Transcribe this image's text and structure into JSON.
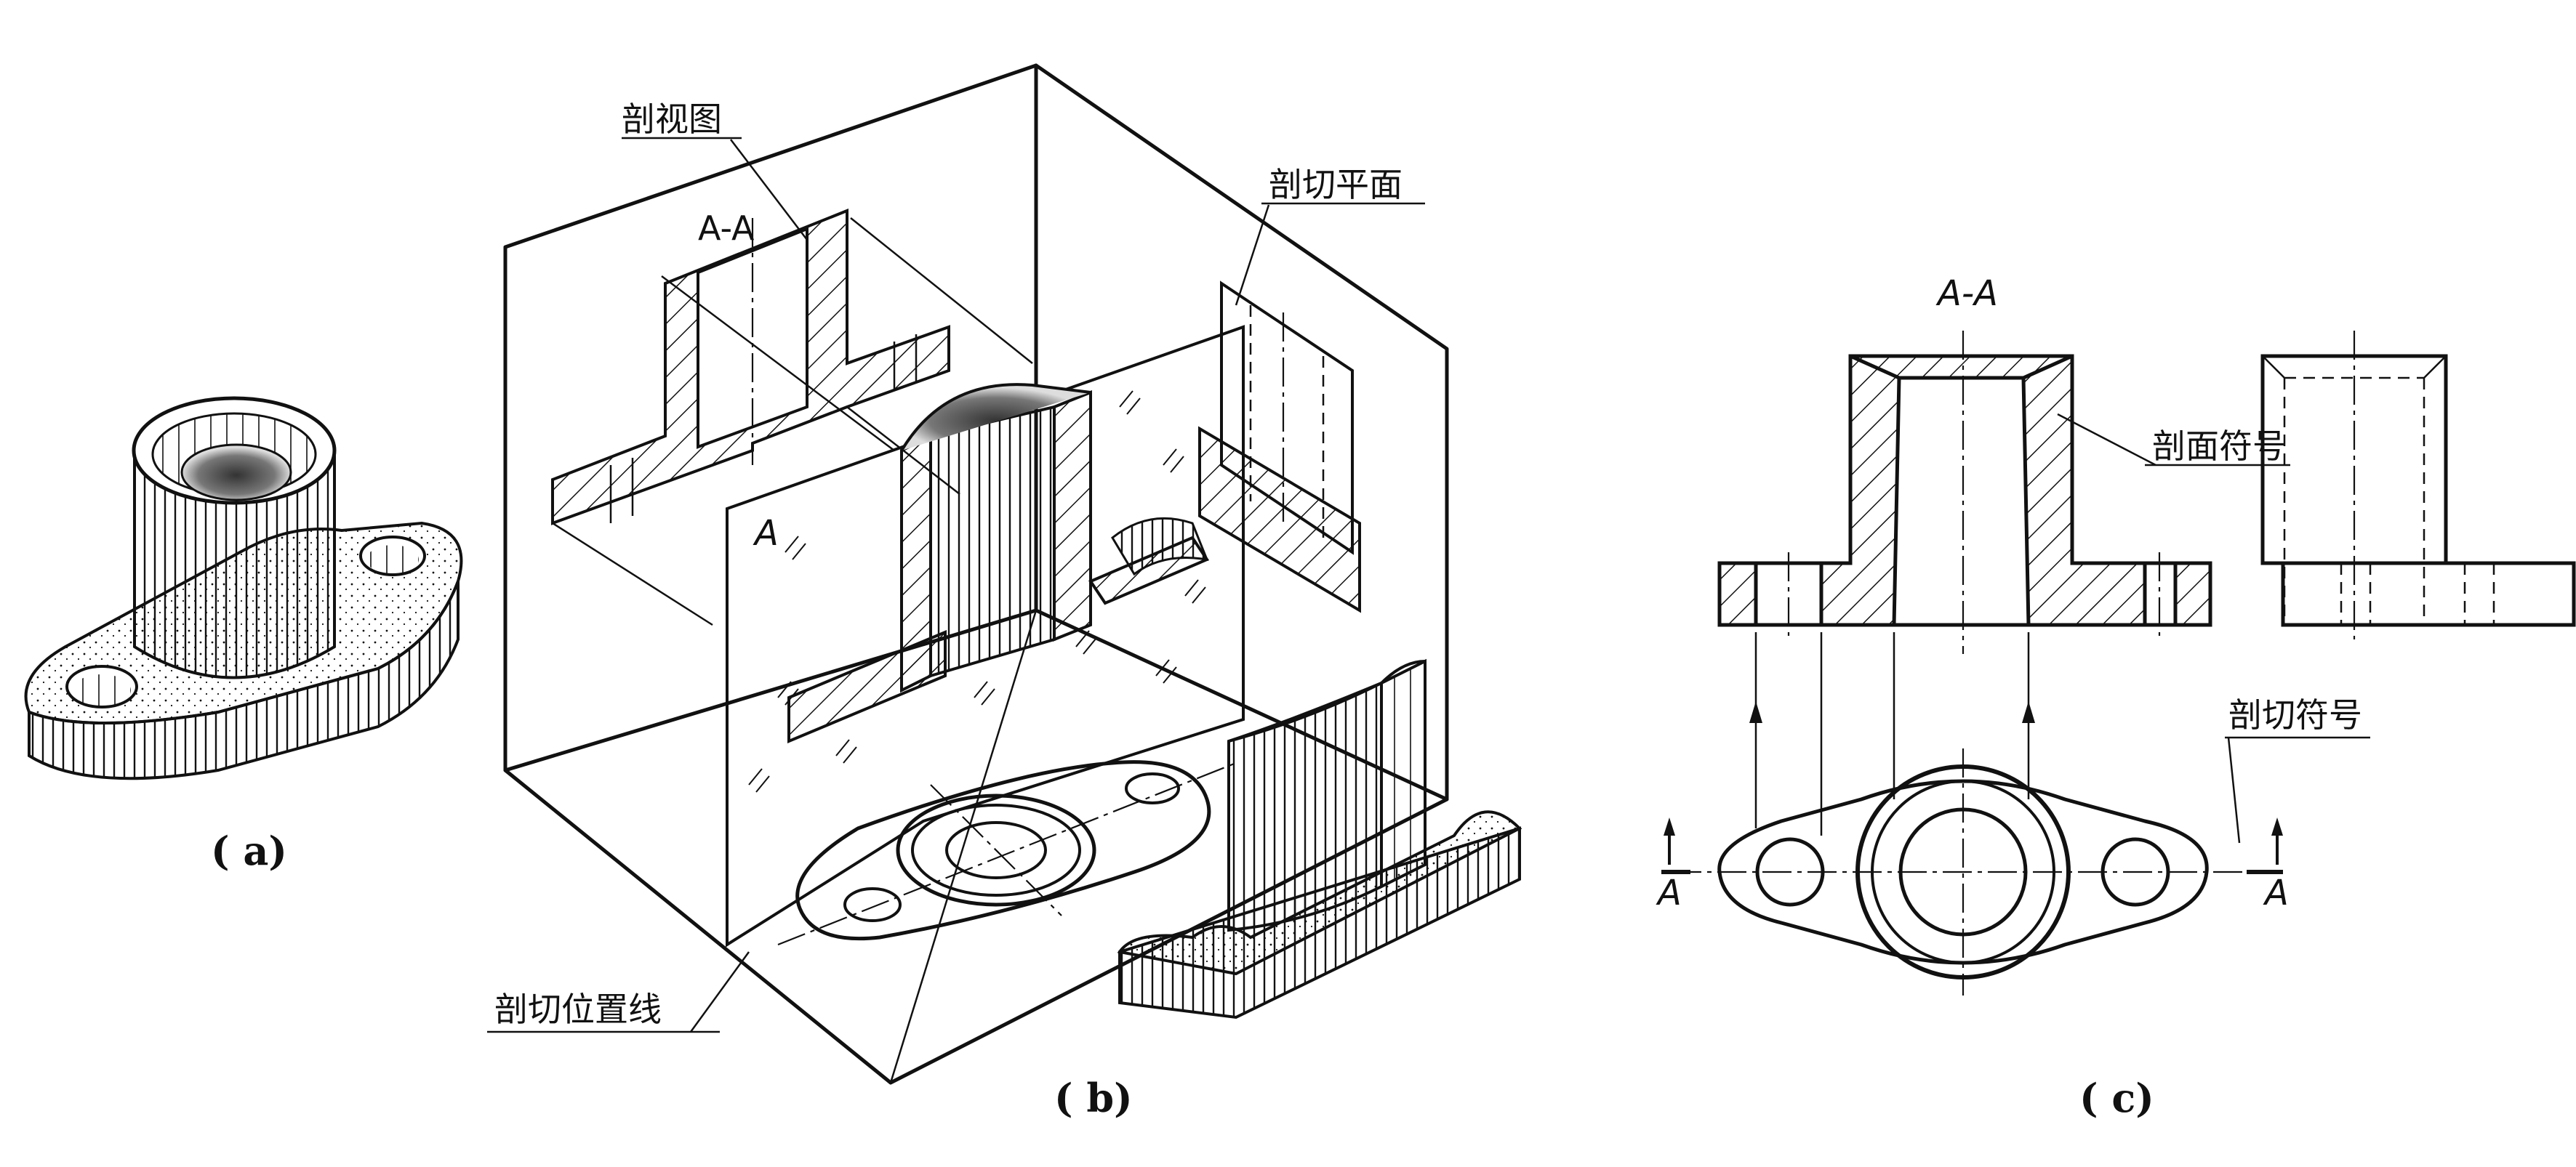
{
  "labels": {
    "section_view": "剖视图",
    "cutting_plane": "剖切平面",
    "cutting_position_line": "剖切位置线",
    "section_symbol": "剖面符号",
    "cutting_symbol": "剖切符号",
    "view_name_b": "A-A",
    "view_name_c": "A-A",
    "plane_letter_b": "A",
    "arrow_letter_left": "A",
    "arrow_letter_right": "A"
  },
  "captions": {
    "a": "( a)",
    "b": "( b)",
    "c": "( c)"
  }
}
